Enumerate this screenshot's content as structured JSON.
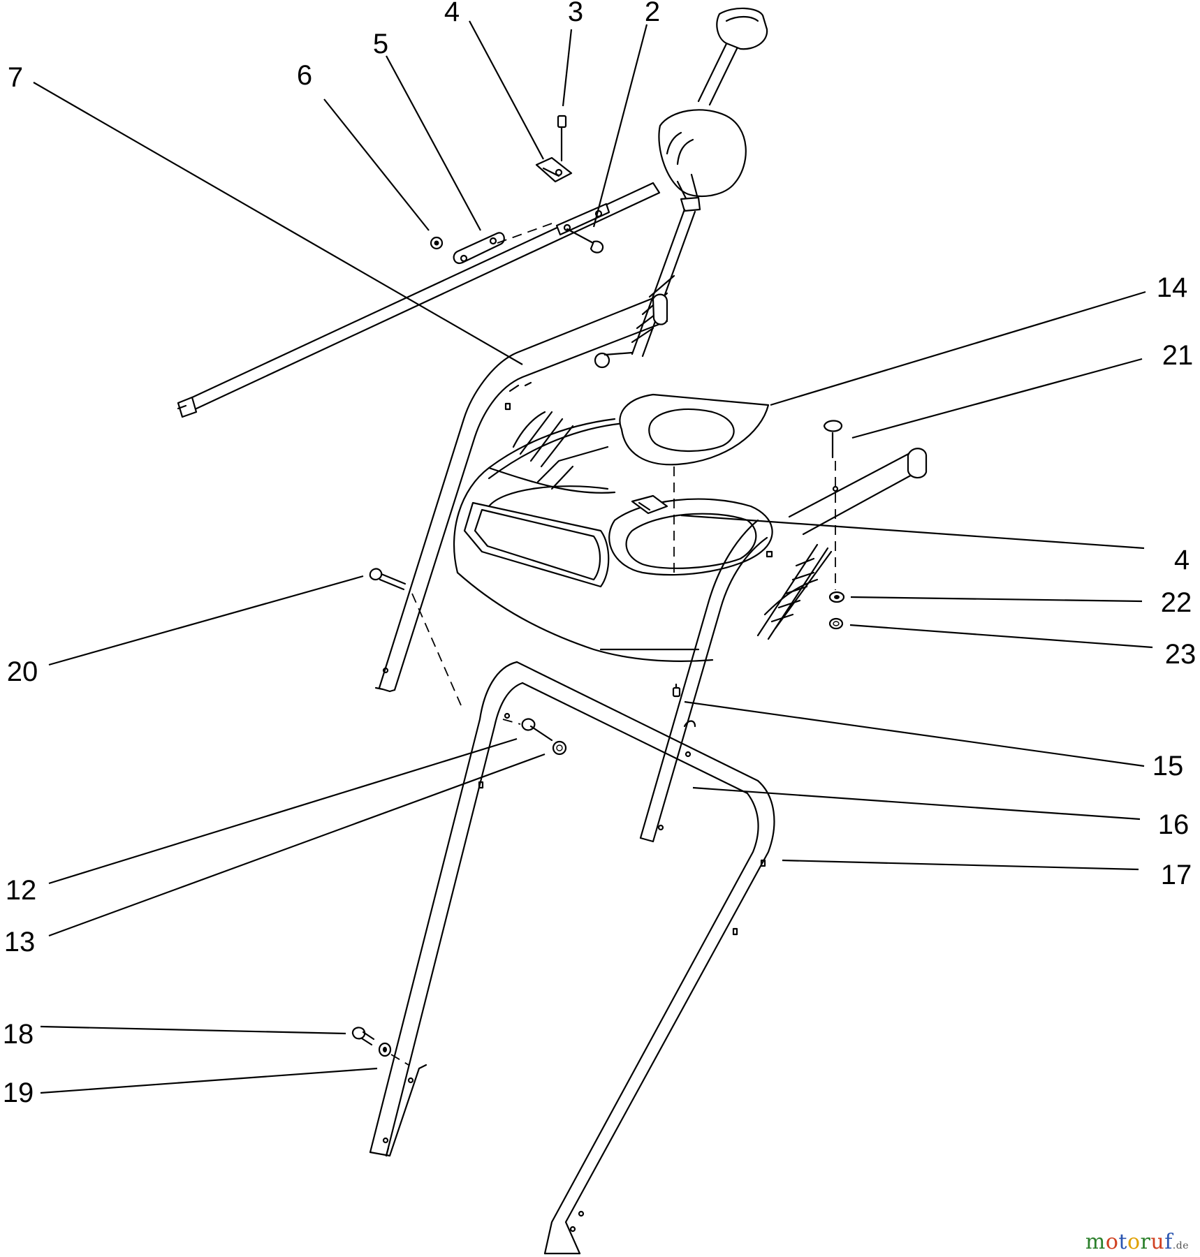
{
  "diagram": {
    "callouts": [
      {
        "id": "c4top",
        "label": "4"
      },
      {
        "id": "c3",
        "label": "3"
      },
      {
        "id": "c2",
        "label": "2"
      },
      {
        "id": "c5",
        "label": "5"
      },
      {
        "id": "c7",
        "label": "7"
      },
      {
        "id": "c6",
        "label": "6"
      },
      {
        "id": "c14",
        "label": "14"
      },
      {
        "id": "c21",
        "label": "21"
      },
      {
        "id": "c4right",
        "label": "4"
      },
      {
        "id": "c22",
        "label": "22"
      },
      {
        "id": "c23",
        "label": "23"
      },
      {
        "id": "c20",
        "label": "20"
      },
      {
        "id": "c15",
        "label": "15"
      },
      {
        "id": "c16",
        "label": "16"
      },
      {
        "id": "c17",
        "label": "17"
      },
      {
        "id": "c12",
        "label": "12"
      },
      {
        "id": "c13",
        "label": "13"
      },
      {
        "id": "c18",
        "label": "18"
      },
      {
        "id": "c19",
        "label": "19"
      }
    ]
  },
  "watermark": {
    "letters": [
      "m",
      "o",
      "t",
      "o",
      "r",
      "u",
      "f"
    ],
    "suffix": ".de"
  }
}
